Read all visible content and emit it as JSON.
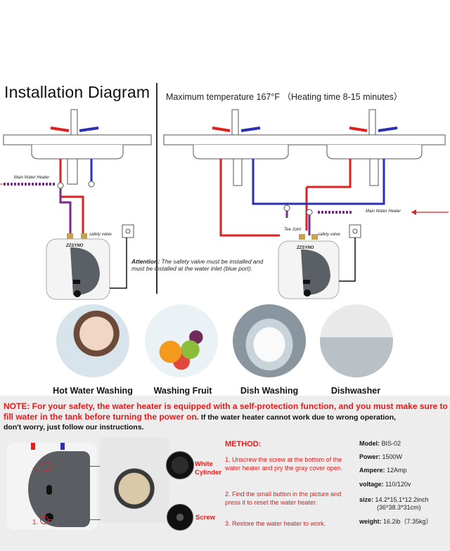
{
  "title": "Installation Diagram",
  "max_temp": "Maximum temperature 167°F （Heating time 8-15 minutes）",
  "diagram": {
    "main_water_heater_left": "Main Water Heater",
    "main_water_heater_right": "Main Water Heater",
    "safety_valve_left": "safety valve",
    "safety_valve_right": "safety valve",
    "tee_joint": "Tee Joint",
    "attention_label": "Attention:",
    "attention_text": "The safety valve must be installed and must be installed at the water inlet (blue port).",
    "heater_brand": "ZZSYNO"
  },
  "uses": [
    {
      "caption": "Hot Water Washing"
    },
    {
      "caption": "Washing Fruit"
    },
    {
      "caption": "Dish Washing"
    },
    {
      "caption": "Dishwasher"
    }
  ],
  "note": {
    "red_text": "NOTE: For your safety, the water heater is equipped with a self-protection function, and you must make sure to fill water in the tank before turning the power on.",
    "black_text": " If the water heater cannot work due to wrong operation,",
    "line2": "don't worry, just follow our instructions."
  },
  "method": {
    "heading": "METHOD:",
    "steps": [
      "1. Unscrew the screw at the bottom of the water heater and pry the gray cover open.",
      "2. Find the small button in the picture and press it to reset the water heater.",
      "3. Restore the water heater to work."
    ],
    "label_white_cylinder": "White Cylinder",
    "label_screw": "Screw",
    "marker_2": "2.",
    "marker_1": "1."
  },
  "specs": {
    "model_label": "Model:",
    "model_value": "BIS-02",
    "power_label": "Power:",
    "power_value": "1500W",
    "ampere_label": "Ampere:",
    "ampere_value": "12Amp",
    "voltage_label": "voltage:",
    "voltage_value": "110/120v",
    "size_label": "size:",
    "size_value": "14.2*15.1*12.2inch",
    "size_metric": "(36*38.3*31cm)",
    "weight_label": "weight:",
    "weight_value": "16.2ib（7.35kg）"
  },
  "colors": {
    "hot": "#e0201f",
    "cold": "#2b2fb3",
    "purple": "#7a2a8a",
    "note_red": "#e41b1b",
    "panel_gray": "#ededed"
  }
}
